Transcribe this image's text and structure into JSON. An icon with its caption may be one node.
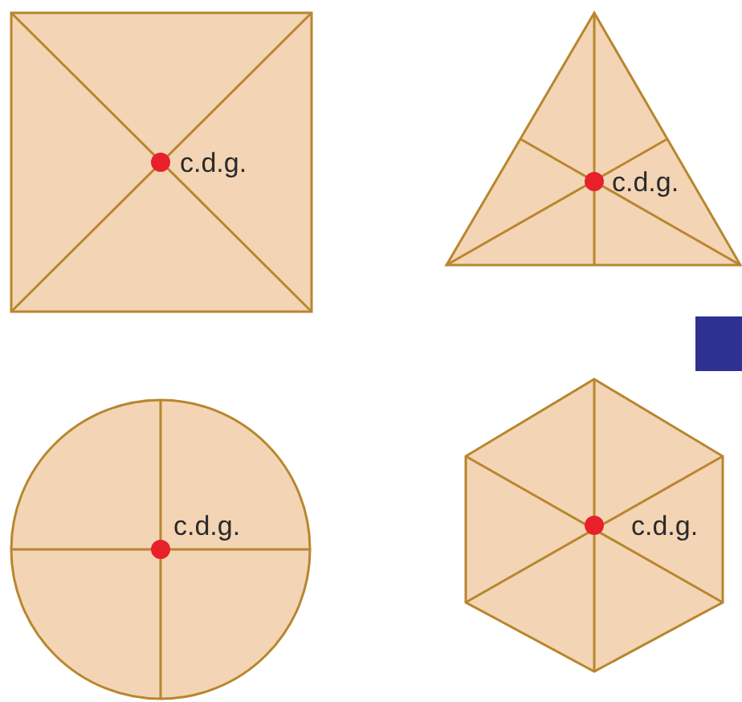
{
  "diagram": {
    "labels": [
      "c.d.g.",
      "c.d.g.",
      "c.d.g.",
      "c.d.g."
    ]
  }
}
